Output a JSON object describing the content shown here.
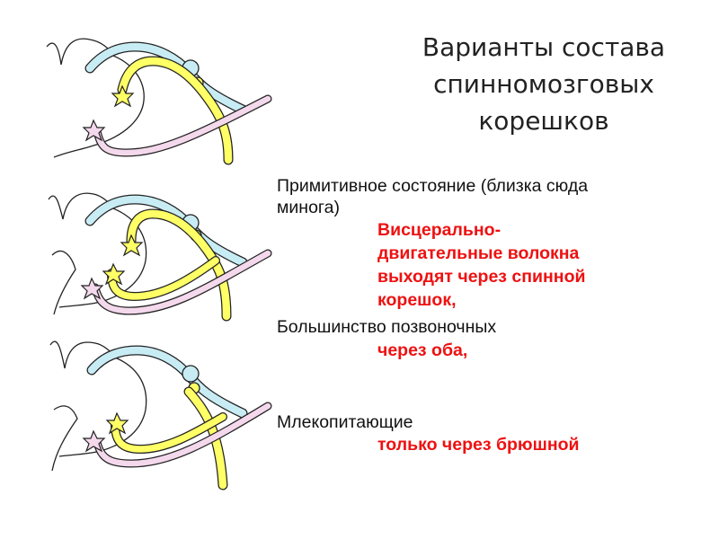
{
  "title": {
    "line1": "Варианты состава",
    "line2": "спинномозговых",
    "line3": "корешков"
  },
  "variants": [
    {
      "label_line1": "Примитивное состояние (близка сюда",
      "label_line2": "минога)",
      "note_line1": "Висцерально-",
      "note_line2": "двигательные волокна",
      "note_line3": "выходят через спинной",
      "note_line4": "корешок,"
    },
    {
      "label": "Большинство позвоночных",
      "note": "через оба,"
    },
    {
      "label": "Млекопитающие",
      "note": "только через брюшной"
    }
  ],
  "colors": {
    "yellow_fiber": "#ffff66",
    "blue_fiber": "#c8ecf4",
    "pink_fiber": "#f4d8ec",
    "note_red": "#ee1111"
  }
}
